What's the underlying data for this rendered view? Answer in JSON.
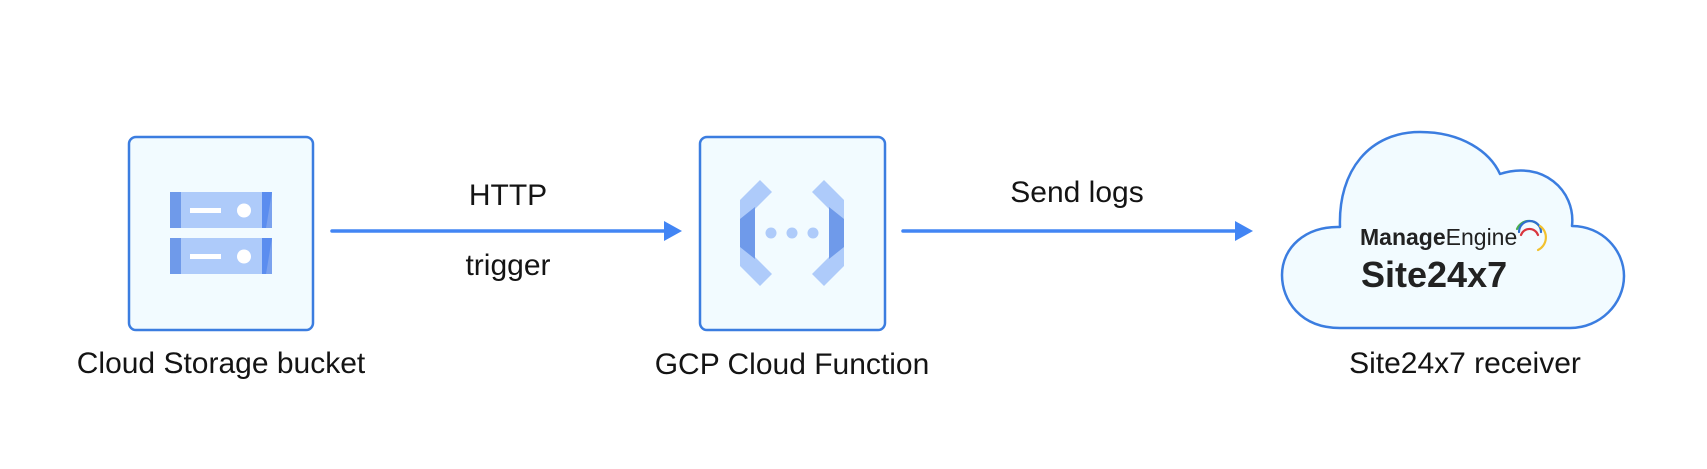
{
  "diagram": {
    "type": "flow",
    "direction": "left-to-right",
    "colors": {
      "accent": "#4285f4",
      "node_border": "#3b7de0",
      "node_fill": "#f2fbff",
      "icon_light": "#aecbfa",
      "icon_mid": "#7ba2ee",
      "icon_dark": "#5b8def",
      "text": "#141414"
    },
    "nodes": [
      {
        "id": "storage",
        "label": "Cloud Storage bucket",
        "icon": "server-stack-icon"
      },
      {
        "id": "function",
        "label": "GCP Cloud Function",
        "icon": "cloud-function-icon"
      },
      {
        "id": "receiver",
        "label": "Site24x7 receiver",
        "icon": "cloud-shape",
        "brand": {
          "line1_bold": "Manage",
          "line1_regular": "Engine",
          "line2": "Site24x7",
          "arc_colors": [
            "#4caf50",
            "#2f6fcf",
            "#d9363e",
            "#f2c12e"
          ]
        }
      }
    ],
    "edges": [
      {
        "from": "storage",
        "to": "function",
        "label_above": "HTTP",
        "label_below": "trigger"
      },
      {
        "from": "function",
        "to": "receiver",
        "label_above": "Send logs"
      }
    ]
  }
}
